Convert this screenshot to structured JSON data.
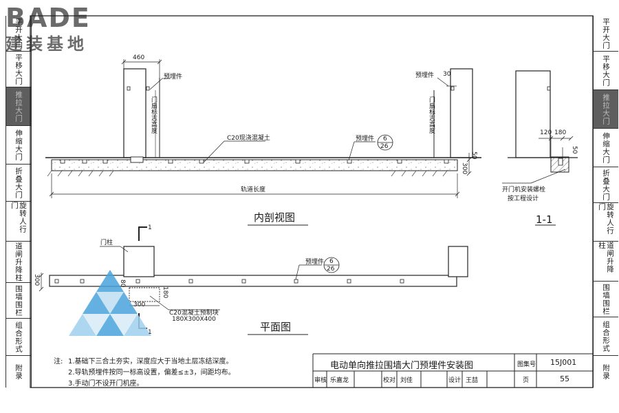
{
  "logo": {
    "brand": "BADE",
    "subtitle": "建装基地"
  },
  "left_tabs": [
    {
      "label": "平开大门",
      "active": false
    },
    {
      "label": "平移大门",
      "active": false
    },
    {
      "label": "推拉大门",
      "active": true
    },
    {
      "label": "伸缩大门",
      "active": false
    },
    {
      "label": "折叠大门",
      "active": false
    },
    {
      "label": "旋转人行门",
      "active": false
    },
    {
      "label": "道闸升降柱",
      "active": false
    },
    {
      "label": "围墙围栏",
      "active": false
    },
    {
      "label": "组合形式",
      "active": false
    },
    {
      "label": "附录",
      "active": false
    }
  ],
  "right_tabs": [
    {
      "label": "平开大门",
      "active": false
    },
    {
      "label": "平移大门",
      "active": false
    },
    {
      "label": "推拉大门",
      "active": true
    },
    {
      "label": "伸缩大门",
      "active": false
    },
    {
      "label": "折叠大门",
      "active": false
    },
    {
      "label": "旋转人行门",
      "active": false
    },
    {
      "label": "道闸升降柱",
      "active": false
    },
    {
      "label": "围墙围栏",
      "active": false
    },
    {
      "label": "组合形式",
      "active": false
    },
    {
      "label": "附录",
      "active": false
    }
  ],
  "section_view": {
    "title": "内剖视图",
    "dim_post_width": "460",
    "embed_left": "预埋件",
    "embed_right": "预埋件",
    "dim_30": "30",
    "door_height_left": "门扇标志高度",
    "door_height_right": "门扇标志高度",
    "concrete": "C20现浇混凝土",
    "embed_mid": "预埋件",
    "ref_num": "6",
    "ref_den": "26",
    "dim_300": "300",
    "dim_50": "50",
    "track_length": "轨道长度"
  },
  "detail_1_1": {
    "title": "1-1",
    "dim_120": "120",
    "dim_180": "180",
    "dim_50": "50",
    "note_line1": "开门机安装螺栓",
    "note_line2": "按工程设计"
  },
  "plan_view": {
    "title": "平面图",
    "post_label": "门柱",
    "embed": "预埋件",
    "ref_num": "6",
    "ref_den": "26",
    "dim_300_left": "300",
    "dim_80": "80",
    "dim_180": "180",
    "dim_300_bottom": "300",
    "precast_line1": "C20混凝土预制块",
    "precast_line2": "180X300X400",
    "cut_mark": "1"
  },
  "notes": {
    "prefix": "注:",
    "line1": "1.基础下三合土夯实，深度应大于当地土层冻结深度。",
    "line2": "2.导轨预埋件按同一标高设置，偏差≤±3，间距均布。",
    "line3": "3.手动门不设开门机座。"
  },
  "title_block": {
    "drawing_title": "电动单向推拉围墙大门预埋件安装图",
    "atlas_label": "图集号",
    "atlas_no": "15J001",
    "review_label": "审核",
    "reviewer": "乐嘉龙",
    "check_label": "校对",
    "checker": "刘佳",
    "design_label": "设计",
    "designer": "王喆",
    "page_label": "页",
    "page_no": "55"
  }
}
